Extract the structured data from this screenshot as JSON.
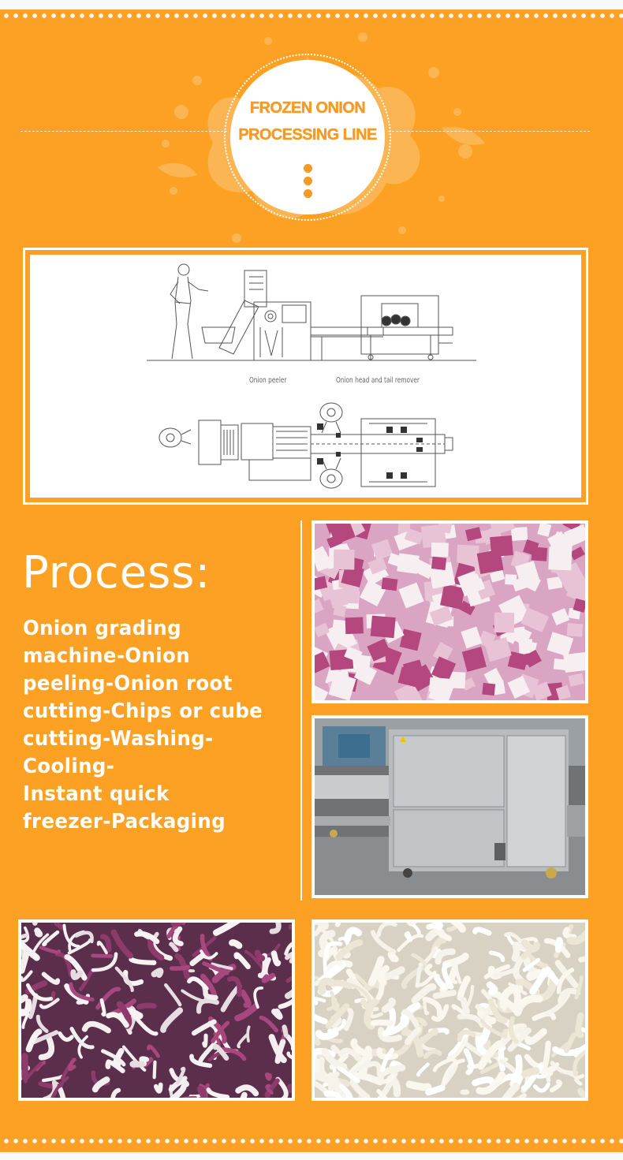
{
  "badge": {
    "title_line1": "FROZEN ONION",
    "title_line2": "PROCESSING LINE"
  },
  "diagram": {
    "caption_peeler": "Onion peeler",
    "caption_remover": "Onion head and tail remover"
  },
  "process": {
    "heading": "Process:",
    "body": "Onion grading\nmachine-Onion\npeeling-Onion root\ncutting-Chips or cube\ncutting-Washing-Cooling-\nInstant quick\nfreezer-Packaging"
  },
  "colors": {
    "background": "#fca123",
    "accent": "#f59a24",
    "white": "#ffffff"
  },
  "photos": [
    {
      "subject": "diced red onion cubes"
    },
    {
      "subject": "stainless steel onion cutting machine"
    },
    {
      "subject": "sliced red onion strips"
    },
    {
      "subject": "white onion strips"
    }
  ]
}
